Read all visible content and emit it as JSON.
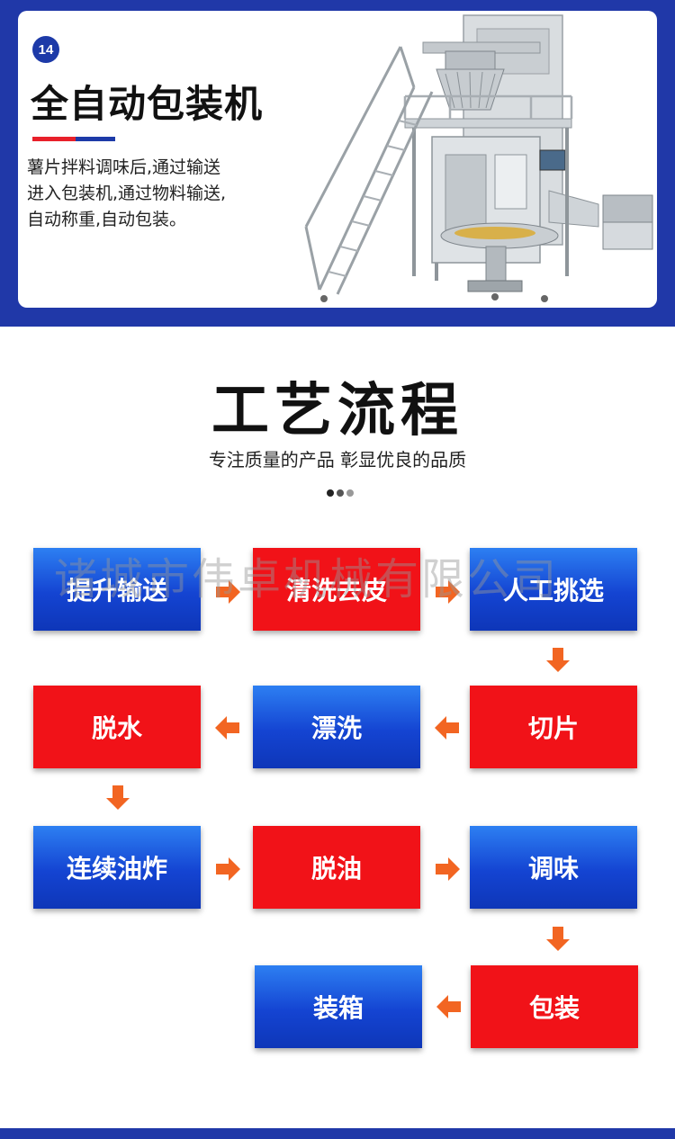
{
  "product": {
    "number": "14",
    "title": "全自动包装机",
    "description": [
      "薯片拌料调味后,通过输送",
      "进入包装机,通过物料输送,",
      "自动称重,自动包装。"
    ]
  },
  "process": {
    "title": "工艺流程",
    "subtitle": "专注质量的产品 彰显优良的品质",
    "watermark": "诸城市伟卓机械有限公司",
    "steps": [
      "提升输送",
      "清洗去皮",
      "人工挑选",
      "切片",
      "漂洗",
      "脱水",
      "连续油炸",
      "脱油",
      "调味",
      "包装",
      "装箱"
    ]
  },
  "colors": {
    "brand_blue": "#1d3aa8",
    "box_red": "#f11218",
    "box_blue": "#1444d2",
    "arrow_orange": "#f26522",
    "accent_red": "#e8202a"
  }
}
